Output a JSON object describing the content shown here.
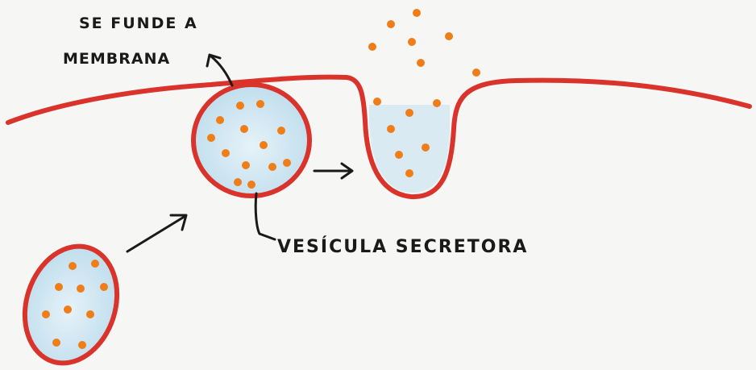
{
  "labels": {
    "fuse_line1": "SE FUNDE A",
    "fuse_line2": "MEMBRANA",
    "vesicle": "VESÍCULA SECRETORA"
  },
  "colors": {
    "membrane": "#d9332b",
    "vesicle_fill": "#c8e3f0",
    "granule": "#ef7d18",
    "ink": "#1a1a1a",
    "paper": "#f6f6f4"
  }
}
